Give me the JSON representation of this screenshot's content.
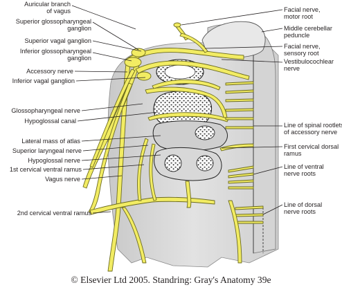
{
  "left_labels": {
    "auricular_branch_vagus": "Auricular branch\nof vagus",
    "superior_glossopharyngeal_ganglion": "Superior glossopharyngeal\nganglion",
    "superior_vagal_ganglion": "Superior vagal ganglion",
    "inferior_glossopharyngeal_ganglion": "Inferior glossopharyngeal\nganglion",
    "accessory_nerve": "Accessory nerve",
    "inferior_vagal_ganglion": "Inferior vagal ganglion",
    "glossopharyngeal_nerve": "Glossopharyngeal nerve",
    "hypoglossal_canal": "Hypoglossal canal",
    "lateral_mass_atlas": "Lateral mass of atlas",
    "superior_laryngeal_nerve": "Superior laryngeal nerve",
    "hypoglossal_nerve": "Hypoglossal nerve",
    "first_cervical_ventral_ramus": "1st cervical ventral ramus",
    "vagus_nerve": "Vagus nerve",
    "second_cervical_ventral_ramus": "2nd cervical ventral ramus"
  },
  "right_labels": {
    "facial_motor_root": "Facial nerve,\nmotor root",
    "middle_cerebellar_peduncle": "Middle cerebellar\npeduncle",
    "facial_sensory_root": "Facial nerve,\nsensory root",
    "vestibulocochlear_nerve": "Vestibulocochlear\nnerve",
    "spinal_rootlets_accessory": "Line of spinal rootlets\nof accessory nerve",
    "first_cervical_dorsal_ramus": "First cervical dorsal\nramus",
    "ventral_nerve_roots": "Line of ventral\nnerve roots",
    "dorsal_nerve_roots": "Line of dorsal\nnerve roots"
  },
  "caption": "© Elsevier Ltd 2005. Standring: Gray's Anatomy 39e",
  "colors": {
    "nerve": "#f2ec63",
    "nerve_outline": "#6b6a1e",
    "background_tissue": "#dcdcdc",
    "bone": "#ffffff",
    "bone_pores": "#3a3a3a",
    "leader": "#231f20"
  }
}
